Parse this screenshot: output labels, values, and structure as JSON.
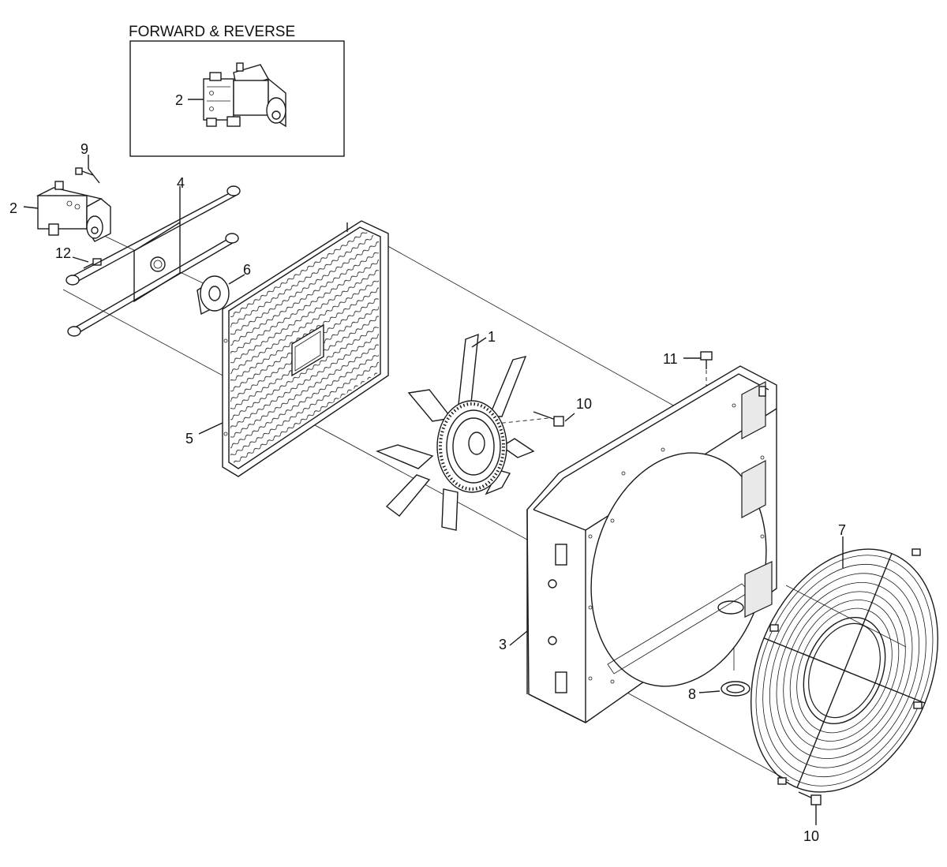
{
  "inset": {
    "title": "FORWARD & REVERSE",
    "callout": "2"
  },
  "callouts": {
    "fan": "1",
    "motor": "2",
    "shroud": "3",
    "bracket": "4",
    "screen": "5",
    "hub": "6",
    "guard": "7",
    "grommet": "8",
    "bolt_motor": "9",
    "bolt_fan": "10",
    "bolt_guard": "10",
    "bolt_top": "11",
    "bolt_bracket": "12"
  }
}
